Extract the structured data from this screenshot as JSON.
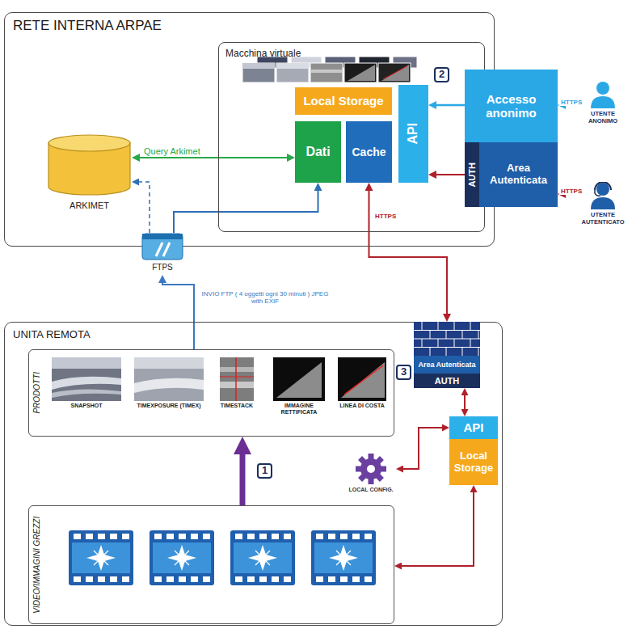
{
  "diagram": {
    "nodes": [
      {
        "text": [
          "RETE INTERNA ARPAE"
        ]
      },
      {
        "text": [
          "Macchina virtuale"
        ],
        "in": 0
      },
      {
        "text": [
          "Local Storage"
        ],
        "in": 1
      },
      {
        "text": [
          "Dati"
        ],
        "in": 1
      },
      {
        "text": [
          "Cache"
        ],
        "in": 1
      },
      {
        "text": [
          "API"
        ],
        "in": 1
      },
      {
        "text": [
          "ARKIMET"
        ],
        "in": 0
      },
      {
        "text": [
          "Accesso anonimo"
        ]
      },
      {
        "text": [
          "AUTH"
        ],
        "in": 7
      },
      {
        "text": [
          "Area Autenticata"
        ],
        "in": 7
      },
      {
        "text": [
          "UTENTE ANONIMO"
        ]
      },
      {
        "text": [
          "UTENTE AUTENTICATO"
        ]
      },
      {
        "text": [
          "FTPS"
        ]
      },
      {
        "text": [
          "UNITA REMOTA"
        ]
      },
      {
        "text": [
          "PRODOTTI"
        ],
        "in": 13
      },
      {
        "text": [
          "SNAPSHOT"
        ],
        "in": 14
      },
      {
        "text": [
          "TIMEXPOSURE (TIMEX)"
        ],
        "in": 14
      },
      {
        "text": [
          "TIMESTACK"
        ],
        "in": 14
      },
      {
        "text": [
          "IMMAGINE RETTIFICATA"
        ],
        "in": 14
      },
      {
        "text": [
          "LINEA DI COSTA"
        ],
        "in": 14
      },
      {
        "text": [
          "VIDEO/IMMAGINI GREZZI"
        ],
        "in": 13
      },
      {
        "text": [
          "Area Autenticata"
        ],
        "in": 13
      },
      {
        "text": [
          "AUTH"
        ],
        "in": 13
      },
      {
        "text": [
          "API"
        ],
        "in": 13
      },
      {
        "text": [
          "Local Storage"
        ],
        "in": 13
      },
      {
        "text": [
          "LOCAL CONFIG."
        ],
        "in": 13
      }
    ],
    "edges": [
      {
        "from": 3,
        "to": 6,
        "arrow": "both",
        "label": "Query Arkimet"
      },
      {
        "from": 12,
        "to": 6,
        "arrow": "to"
      },
      {
        "from": 12,
        "to": 3,
        "arrow": "to"
      },
      {
        "from": 10,
        "to": 7,
        "arrow": "to",
        "label": "HTTPS"
      },
      {
        "from": 7,
        "to": 5,
        "arrow": "to"
      },
      {
        "from": 8,
        "to": 5,
        "arrow": "to"
      },
      {
        "from": 11,
        "to": 9,
        "arrow": "to",
        "label": "HTTPS"
      },
      {
        "from": 4,
        "to": 21,
        "arrow": "both",
        "label": "HTTPS"
      },
      {
        "from": 14,
        "to": 12,
        "arrow": "to",
        "label": "INVIO FTP ( 4 oggetti ogni 30 minuti ) JPEG with EXIF"
      },
      {
        "from": 20,
        "to": 14,
        "arrow": "to"
      },
      {
        "from": 22,
        "to": 23,
        "arrow": "both"
      },
      {
        "from": 25,
        "to": 23,
        "arrow": "both"
      },
      {
        "from": 24,
        "to": 20,
        "arrow": "both"
      }
    ],
    "labels": [
      "2",
      "3",
      "1"
    ]
  }
}
